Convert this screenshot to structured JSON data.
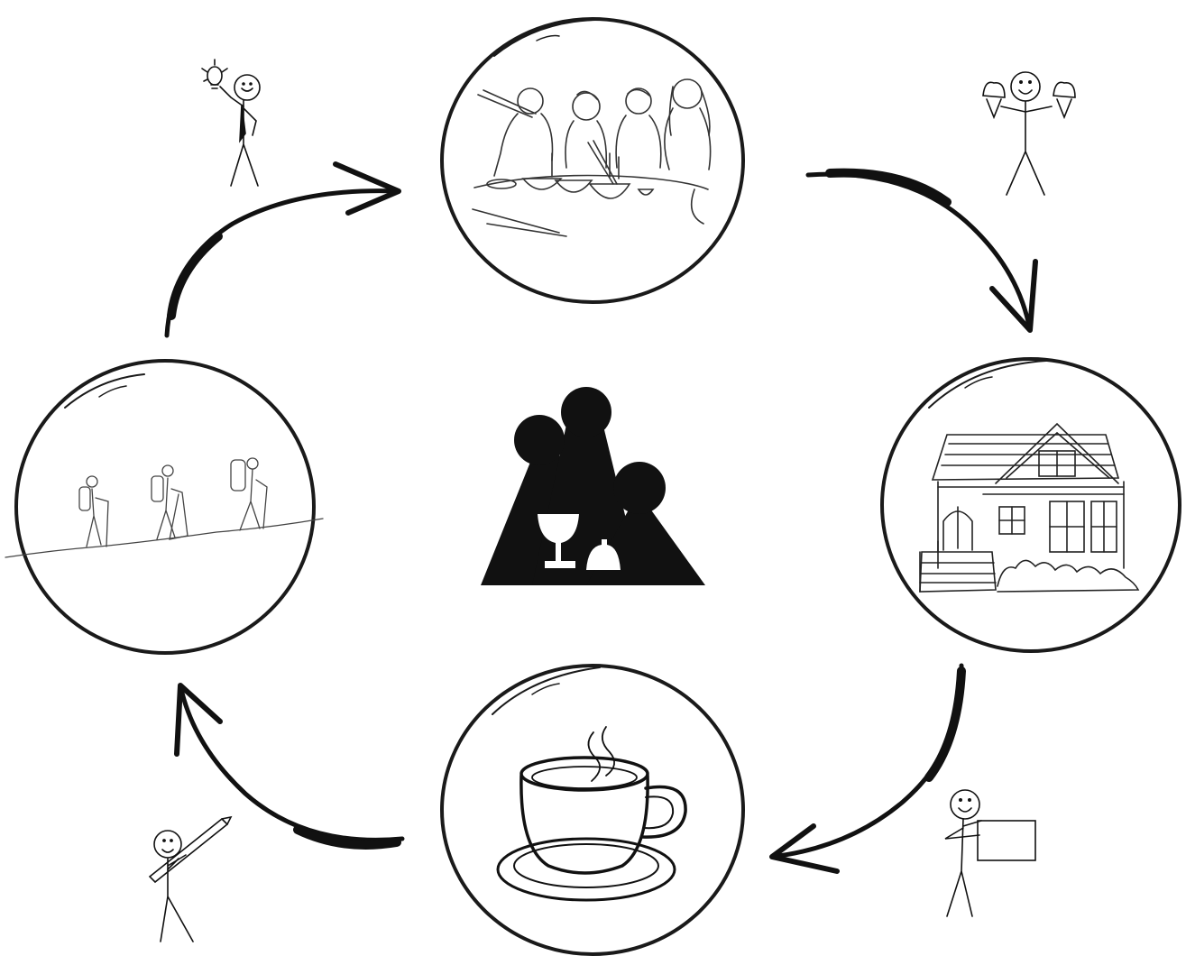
{
  "diagram": {
    "type": "cycle",
    "colors": {
      "ink": "#1a1a1a",
      "light_ink": "#444444",
      "background": "#ffffff"
    },
    "center_logo": {
      "icon": "mountains-wine-glass-dish-logo"
    },
    "nodes": [
      {
        "id": "dining",
        "icon": "group-dining-sketch"
      },
      {
        "id": "house",
        "icon": "house-sketch"
      },
      {
        "id": "coffee",
        "icon": "coffee-cup-sketch"
      },
      {
        "id": "hiking",
        "icon": "hikers-sketch"
      }
    ],
    "arrows": [
      {
        "from": "hiking",
        "to": "dining",
        "direction": "clockwise"
      },
      {
        "from": "dining",
        "to": "house",
        "direction": "clockwise"
      },
      {
        "from": "house",
        "to": "coffee",
        "direction": "clockwise"
      },
      {
        "from": "coffee",
        "to": "hiking",
        "direction": "clockwise"
      }
    ],
    "stick_figures": [
      {
        "id": "idea",
        "icon": "stick-figure-lightbulb-icon"
      },
      {
        "id": "ice-cream",
        "icon": "stick-figure-ice-cream-icon"
      },
      {
        "id": "sign",
        "icon": "stick-figure-holding-sign-icon"
      },
      {
        "id": "pencil",
        "icon": "stick-figure-pencil-icon"
      }
    ]
  }
}
